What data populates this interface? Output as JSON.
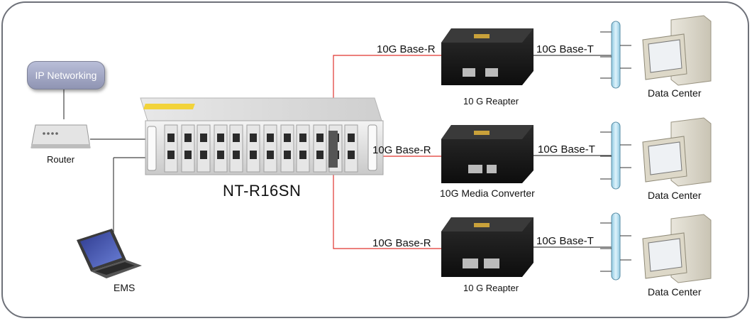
{
  "cloud": {
    "label": "IP Networking"
  },
  "devices": {
    "router": "Router",
    "ems": "EMS",
    "chassis": "NT-R16SN"
  },
  "links": {
    "top_r": "10G Base-R",
    "top_t": "10G Base-T",
    "mid_r": "10G Base-R",
    "mid_t": "10G Base-T",
    "bot_r": "10G Base-R",
    "bot_t": "10G Base-T"
  },
  "converters": {
    "top": "10 G Reapter",
    "mid": "10G Media Converter",
    "bot": "10 G Reapter"
  },
  "datacenters": {
    "top": "Data Center",
    "mid": "Data Center",
    "bot": "Data Center"
  },
  "colors": {
    "fiber_link": "#e0342f",
    "copper_link": "#444444",
    "bus": "#bfe4f3",
    "frame": "#6e7179",
    "converter_body": "#1c1c1c"
  }
}
